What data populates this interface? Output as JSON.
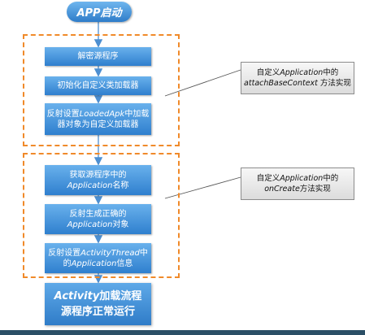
{
  "start": {
    "label": "APP启动"
  },
  "steps": {
    "s1": {
      "text": "解密源程序"
    },
    "s2": {
      "text": "初始化自定义类加载器"
    },
    "s3": {
      "line1_a": "反射设置",
      "line1_em": "LoadedApk",
      "line1_b": "中加载",
      "line2": "器对象为自定义加载器"
    },
    "s4": {
      "line1": "获取源程序中的",
      "line2_em": "Application",
      "line2_b": "名称"
    },
    "s5": {
      "line1": "反射生成正确的",
      "line2_em": "Application",
      "line2_b": "对象"
    },
    "s6": {
      "line1_a": "反射设置",
      "line1_em": "ActivityThread",
      "line1_b": "中",
      "line2_a": "的",
      "line2_em": "Application",
      "line2_b": "信息"
    }
  },
  "final": {
    "line1_em": "Activity",
    "line1_b": "加载流程",
    "line2": "源程序正常运行"
  },
  "notes": {
    "n1": {
      "line1_a": "自定义",
      "line1_em": "Application",
      "line1_b": "中的",
      "line2_em": "attachBaseContext",
      "line2_b": " 方法实现"
    },
    "n2": {
      "line1_a": "自定义",
      "line1_em": "Application",
      "line1_b": "中的",
      "line2_em": "onCreate",
      "line2_b": "方法实现"
    }
  },
  "colors": {
    "box": "#2f7fce",
    "dash": "#f08a2a",
    "note_bg": "#e6e6e6"
  }
}
